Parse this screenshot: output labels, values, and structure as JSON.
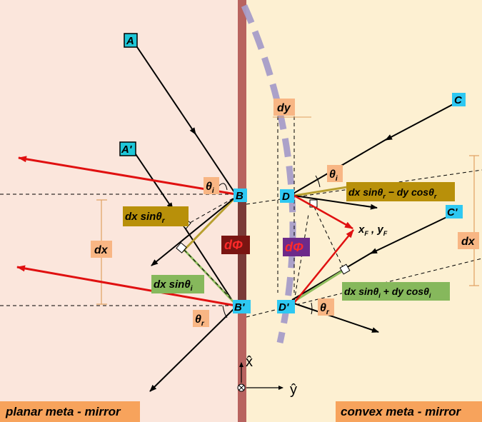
{
  "colors": {
    "left_bg": "#fbe6dc",
    "right_bg": "#fdf0d2",
    "mirror_strip": "#b8635f",
    "mirror_dark": "#7a3b38",
    "ray_black": "#000000",
    "ray_red": "#e01010",
    "line_olive": "#b8a030",
    "line_green": "#8fbe5e",
    "label_orange": "#f8b684",
    "label_olive": "#b8900a",
    "label_green": "#86b85c",
    "point_cyan": "#2ec8f2",
    "dphi_left": "#7a1512",
    "dphi_right": "#6d2a8a",
    "convex_dash": "#a79cc8",
    "caption_orange": "#f7a35c"
  },
  "points": {
    "A": "A",
    "A_prime": "A'",
    "B": "B",
    "B_prime": "B'",
    "C": "C",
    "C_prime": "C'",
    "D": "D",
    "D_prime": "D'"
  },
  "angles": {
    "theta_i": "θ",
    "theta_i_sub": "i",
    "theta_r": "θ",
    "theta_r_sub": "r"
  },
  "labels": {
    "dx_left": "dx",
    "dx_right": "dx",
    "dy": "dy",
    "dphi": "dΦ",
    "dx_sin_r": {
      "main": "dx sinθ",
      "sub": "r"
    },
    "dx_sin_i": {
      "main": "dx sinθ",
      "sub": "i"
    },
    "right_top": {
      "a": "dx sinθ",
      "a_sub": "r",
      "b": " − dy cosθ",
      "b_sub": "r"
    },
    "right_bottom": {
      "a": "dx sinθ",
      "a_sub": "i",
      "b": " + dy cosθ",
      "b_sub": "i"
    },
    "focus": {
      "x": "x",
      "x_sub": "F",
      "sep": " , ",
      "y": "y",
      "y_sub": "F"
    }
  },
  "axes": {
    "x": "x̂",
    "y": "ŷ"
  },
  "captions": {
    "left": "planar meta - mirror",
    "right": "convex meta - mirror"
  }
}
